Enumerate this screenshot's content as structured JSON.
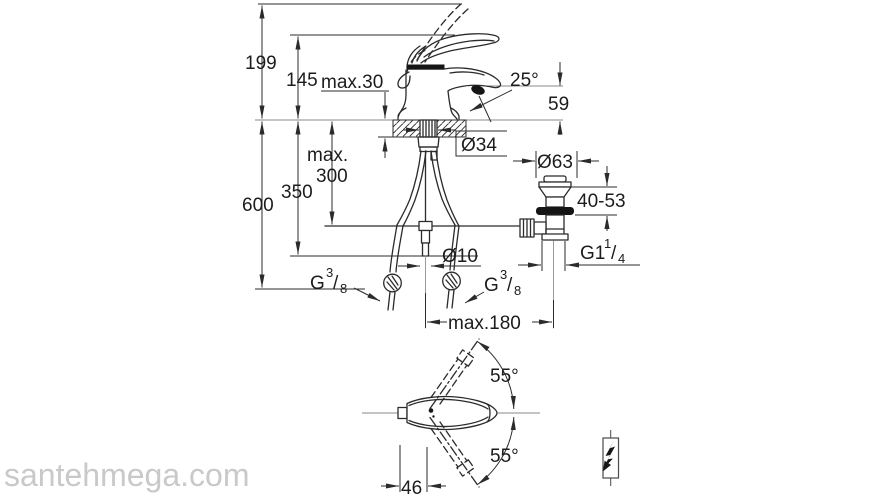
{
  "watermark": "santehmega.com",
  "dims": {
    "overall_height": "199",
    "lever_height": "145",
    "deck_max_thickness": "max.30",
    "spout_angle": "25°",
    "spout_height": "59",
    "hole_diameter": "Ø34",
    "rod_max_line1": "max.",
    "rod_max_line2": "300",
    "depth_350": "350",
    "depth_600": "600",
    "flange_diameter": "Ø63",
    "clamp_range": "40-53",
    "rod_diameter": "Ø10",
    "drain_offset": "max.180",
    "swing_top": "55°",
    "swing_bottom": "55°",
    "handle_offset": "46",
    "g38_left": {
      "g": "G",
      "sup": "3",
      "slash": "/",
      "sub": "8"
    },
    "g38_right": {
      "g": "G",
      "sup": "3",
      "slash": "/",
      "sub": "8"
    },
    "g114": {
      "g": "G1",
      "sup": "1",
      "slash": "/",
      "sub": "4"
    }
  },
  "icons": {
    "heater_compatibility": "lightning-bolt"
  },
  "colors": {
    "line": "#2b2b2b",
    "reference": "#8a8a8a",
    "watermark": "#c9c9c9",
    "background": "#ffffff"
  }
}
